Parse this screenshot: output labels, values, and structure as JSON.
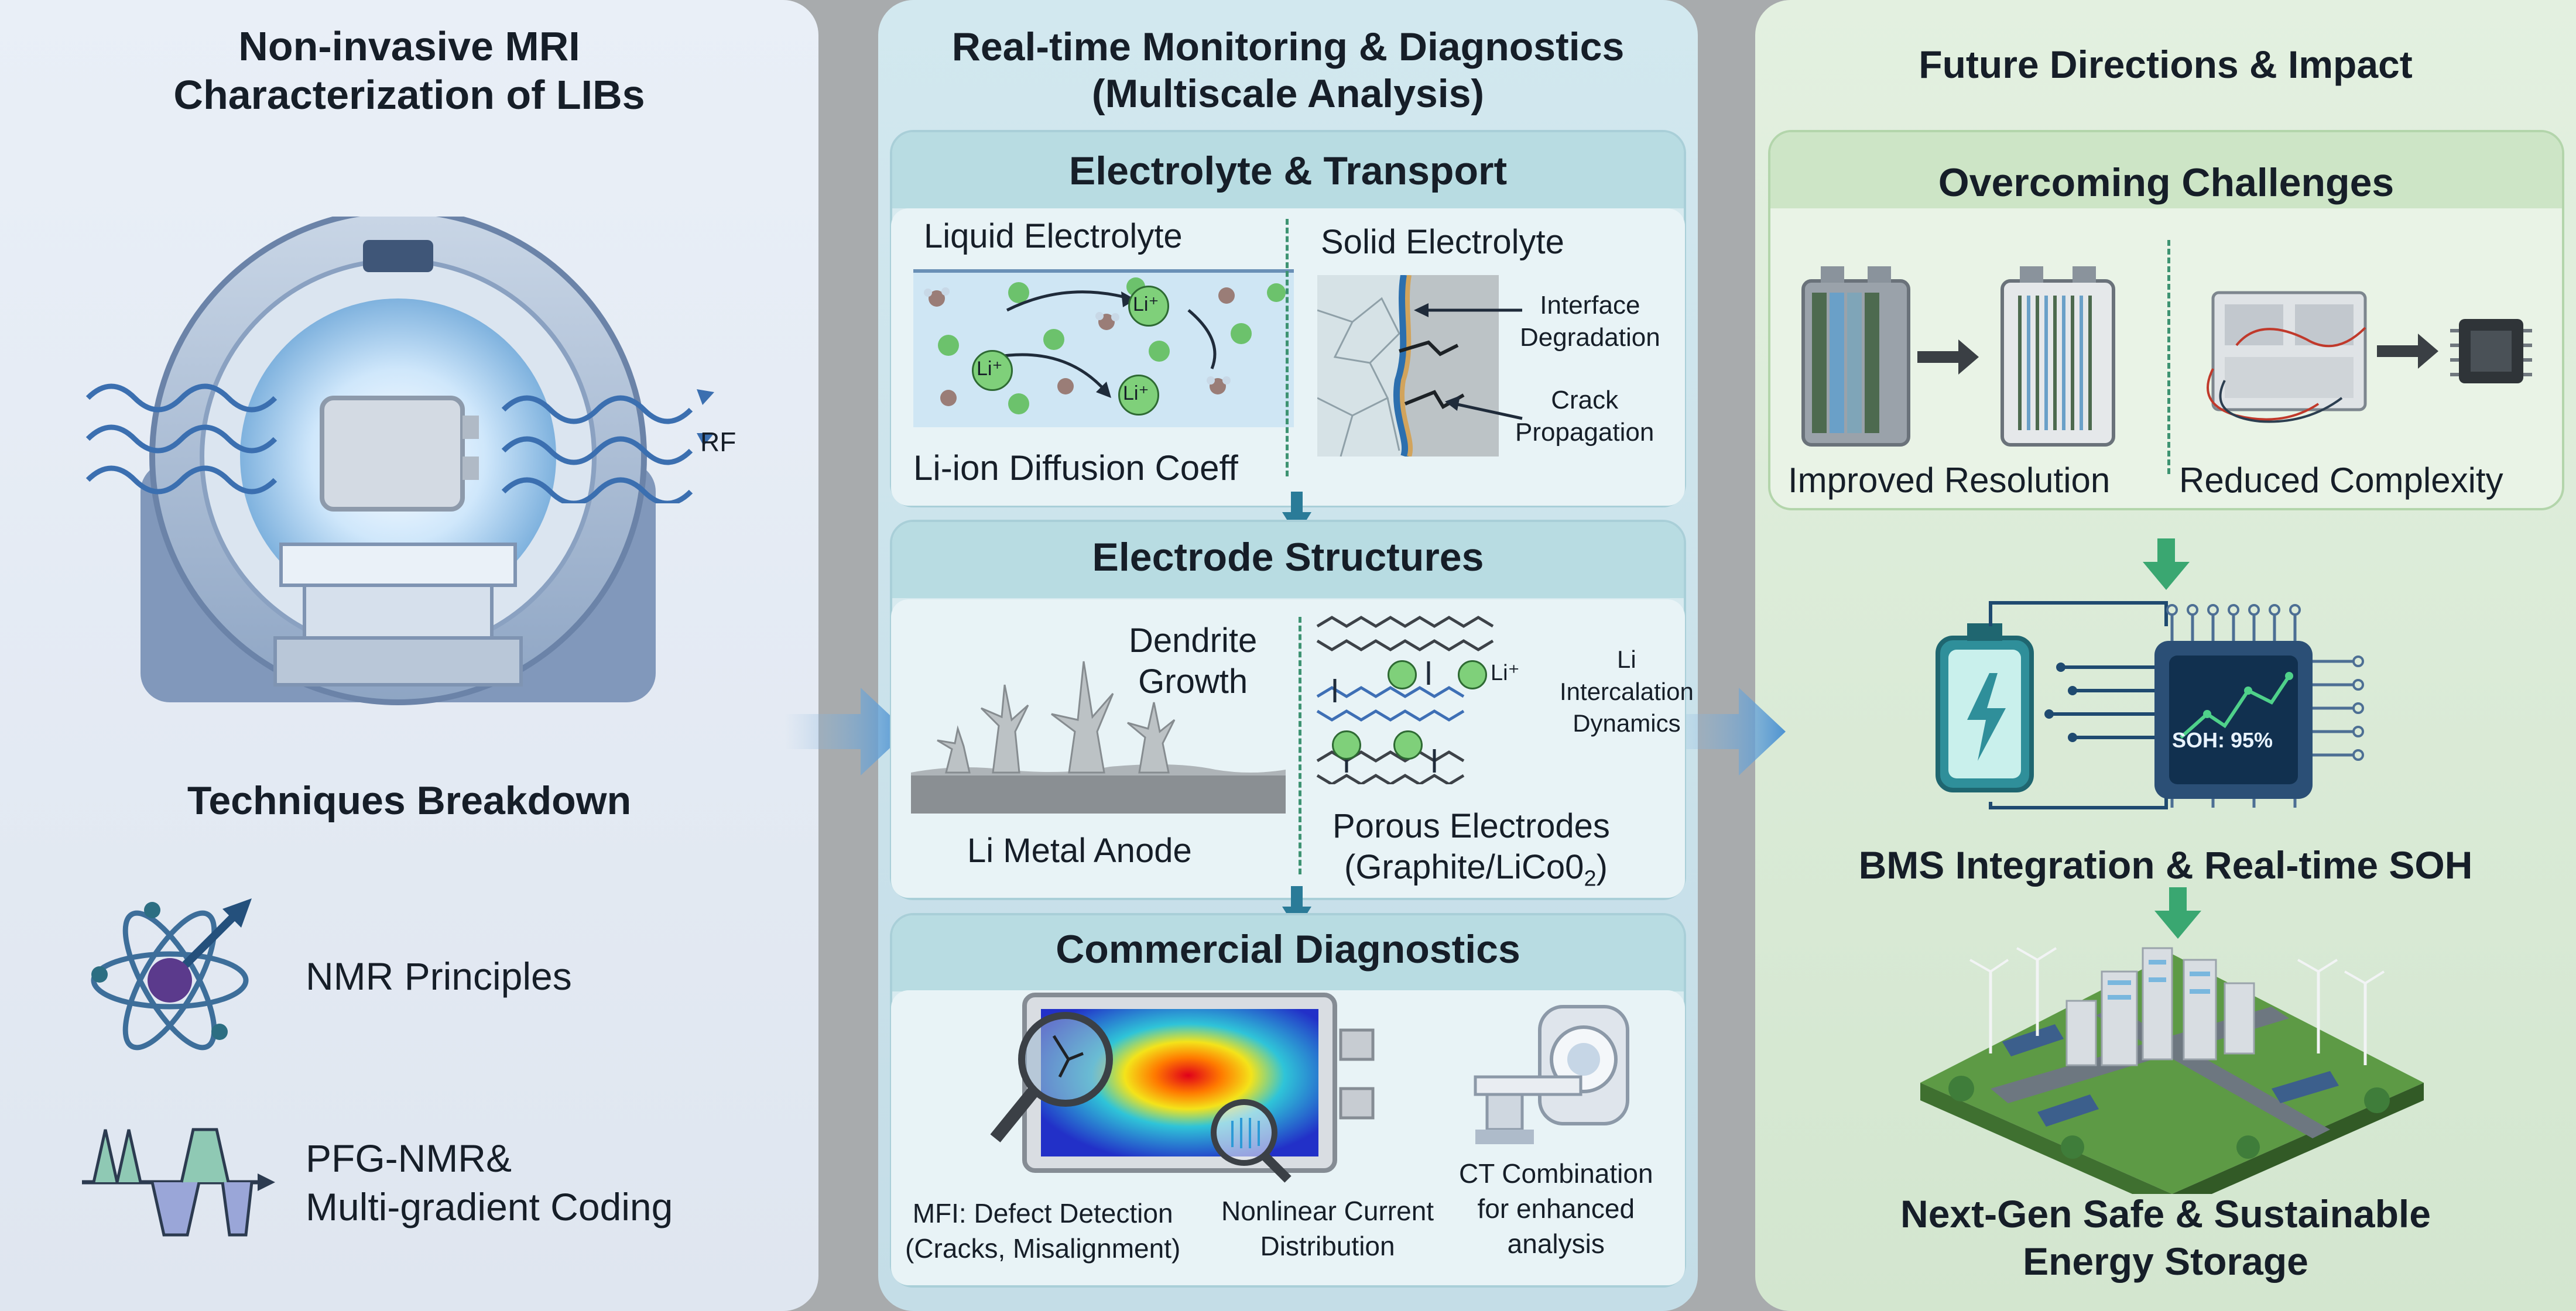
{
  "left_panel": {
    "title": "Non-invasive MRI\nCharacterization of LIBs",
    "rf_label": "RF",
    "breakdown_title": "Techniques Breakdown",
    "techniques": [
      {
        "label": "NMR Principles",
        "icon": "atom-icon"
      },
      {
        "label": "PFG-NMR&\nMulti-gradient Coding",
        "icon": "gradient-pulse-icon"
      }
    ]
  },
  "middle_panel": {
    "title": "Real-time Monitoring & Diagnostics\n(Multiscale Analysis)",
    "electrolyte": {
      "header": "Electrolyte & Transport",
      "liquid_title": "Liquid Electrolyte",
      "liquid_caption": "Li-ion Diffusion Coeff",
      "solid_title": "Solid Electrolyte",
      "interface_label": "Interface\nDegradation",
      "crack_label": "Crack\nPropagation",
      "ion_label": "Li⁺"
    },
    "electrode": {
      "header": "Electrode Structures",
      "dendrite_label": "Dendrite\nGrowth",
      "anode_label": "Li Metal Anode",
      "intercalation_label": "Li\nIntercalation\nDynamics",
      "porous_label": "Porous Electrodes",
      "porous_sub_prefix": "(Graphite/LiCo0",
      "porous_sub_subscript": "2",
      "porous_sub_suffix": ")",
      "ion_label": "Li⁺"
    },
    "commercial": {
      "header": "Commercial Diagnostics",
      "mfi_label": "MFI: Defect Detection\n(Cracks, Misalignment)",
      "nonlinear_label": "Nonlinear Current\nDistribution",
      "ct_label": "CT Combination\nfor enhanced\nanalysis"
    }
  },
  "right_panel": {
    "title": "Future Directions & Impact",
    "challenges_header": "Overcoming Challenges",
    "resolution_label": "Improved Resolution",
    "complexity_label": "Reduced Complexity",
    "soh_display": "SOH: 95%",
    "bms_label": "BMS Integration & Real-time SOH",
    "future_label": "Next-Gen Safe & Sustainable\nEnergy Storage"
  },
  "colors": {
    "left_bg": "#e6edf5",
    "middle_bg": "#cde4ec",
    "right_bg": "#dcecd8",
    "accent_teal": "#2a7b98",
    "accent_green": "#3aa771",
    "wave_blue": "#3b6fb0"
  }
}
